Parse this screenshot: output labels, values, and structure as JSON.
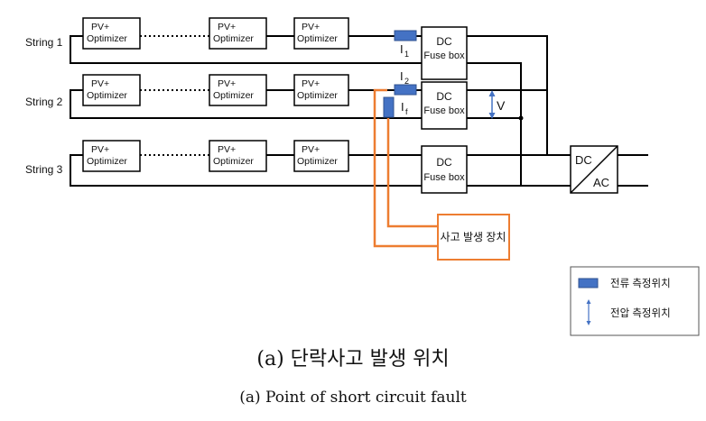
{
  "strings": [
    {
      "label": "String 1",
      "modules": [
        "PV+\nOptimizer",
        "PV+\nOptimizer",
        "PV+\nOptimizer"
      ]
    },
    {
      "label": "String 2",
      "modules": [
        "PV+\nOptimizer",
        "PV+\nOptimizer",
        "PV+\nOptimizer"
      ]
    },
    {
      "label": "String 3",
      "modules": [
        "PV+\nOptimizer",
        "PV+\nOptimizer",
        "PV+\nOptimizer"
      ]
    }
  ],
  "module_line1": "PV+",
  "module_line2": "Optimizer",
  "fuse_line1": "DC",
  "fuse_line2": "Fuse box",
  "inverter_top": "DC",
  "inverter_bottom": "AC",
  "current_labels": {
    "i1": "I",
    "i1_sub": "1",
    "i2": "I",
    "i2_sub": "2",
    "if": "I",
    "if_sub": "f"
  },
  "voltage_label": "V",
  "fault_device": "사고 발생 장치",
  "legend": {
    "current": "전류 측정위치",
    "voltage": "전압 측정위치"
  },
  "caption_ko": "(a) 단락사고 발생 위치",
  "caption_en": "(a) Point of short circuit fault",
  "colors": {
    "line": "#000000",
    "sensor": "#4472C4",
    "fault": "#ED7D31",
    "arrow": "#4472C4"
  }
}
